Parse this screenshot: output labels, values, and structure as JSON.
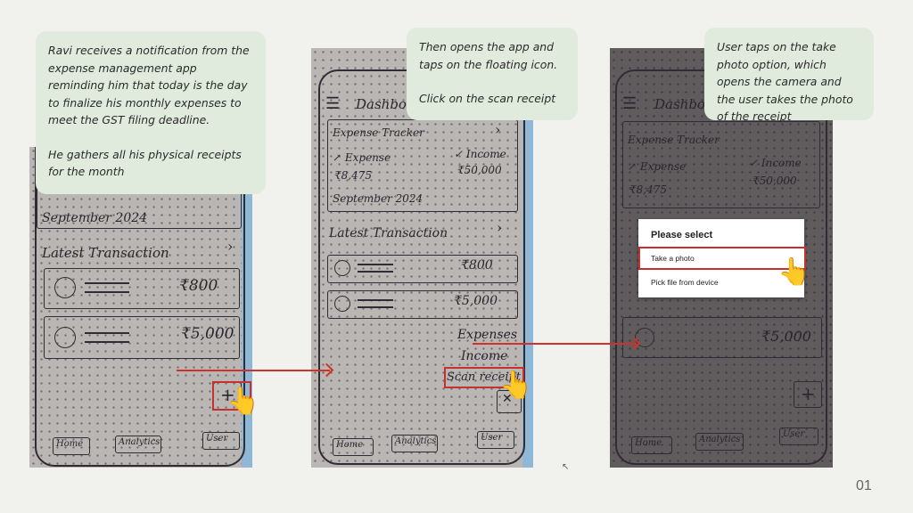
{
  "step1": {
    "caption_p1": "Ravi receives a notification from the expense management app reminding him that today is the day to finalize his monthly expenses to meet the GST filing deadline.",
    "caption_p2": "He gathers all his physical receipts for the month",
    "sketch": {
      "date": "September 2024",
      "latest": "Latest Transaction",
      "amount1": "₹800",
      "amount2": "₹5,000",
      "fab": "+",
      "tab_home": "Home",
      "tab_analytics": "Analytics",
      "tab_user": "User"
    }
  },
  "step2": {
    "caption_p1": "Then opens the app and taps on the floating icon.",
    "caption_p2": "Click on the scan receipt",
    "sketch": {
      "menu_icon": "☰",
      "header": "Dashboard",
      "tracker": "Expense Tracker",
      "expense_label": "↗ Expense",
      "expense_value": "₹8,475",
      "income_label": "✓ Income",
      "income_value": "₹50,000",
      "date": "September 2024",
      "latest": "Latest Transaction",
      "amount1": "₹800",
      "amount2": "₹5,000",
      "menu_expenses": "Expenses",
      "menu_income": "Income",
      "menu_scan": "Scan receipt",
      "fab": "✕",
      "tab_home": "Home",
      "tab_analytics": "Analytics",
      "tab_user": "User"
    }
  },
  "step3": {
    "caption": "User taps on the take photo option, which opens the camera and the user takes the photo of the receipt",
    "sketch": {
      "menu_icon": "☰",
      "header": "Dashboard",
      "tracker": "Expense Tracker",
      "expense_label": "↗ Expense",
      "expense_value": "₹8,475",
      "income_label": "✓ Income",
      "income_value": "₹50,000",
      "amount2": "₹5,000",
      "fab": "+",
      "tab_home": "Home",
      "tab_analytics": "Analytics",
      "tab_user": "User"
    },
    "dialog": {
      "title": "Please select",
      "option1": "Take a photo",
      "option2": "Pick file from device"
    }
  },
  "tap_glyph": "👆",
  "page_number": "01",
  "colors": {
    "accent_red": "#d0312d",
    "bubble": "#e0ebdd",
    "background": "#f1f1ed"
  }
}
